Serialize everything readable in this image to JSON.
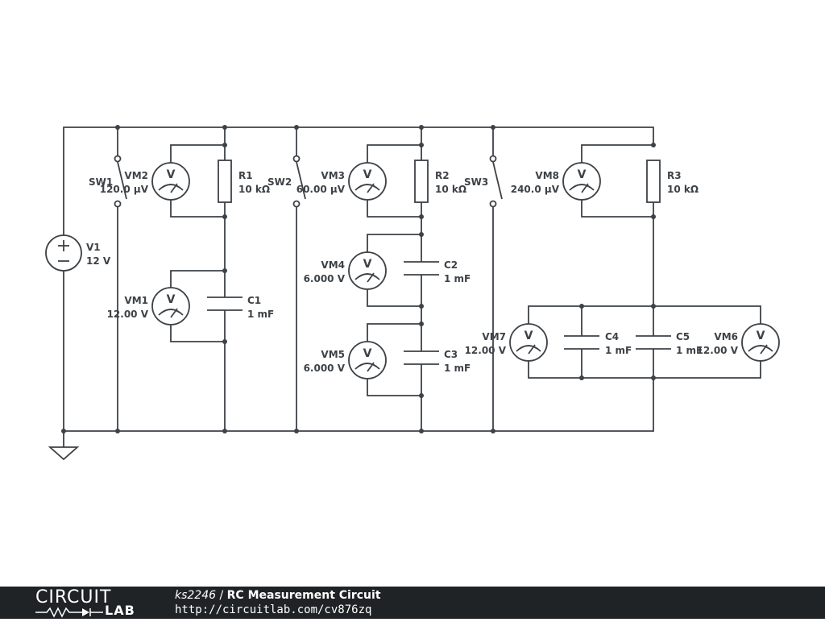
{
  "components": {
    "V1": {
      "name": "V1",
      "value": "12 V"
    },
    "SW1": {
      "name": "SW1"
    },
    "SW2": {
      "name": "SW2"
    },
    "SW3": {
      "name": "SW3"
    },
    "VM1": {
      "name": "VM1",
      "reading": "12.00 V"
    },
    "VM2": {
      "name": "VM2",
      "reading": "120.0 µV"
    },
    "VM3": {
      "name": "VM3",
      "reading": "60.00 µV"
    },
    "VM4": {
      "name": "VM4",
      "reading": "6.000 V"
    },
    "VM5": {
      "name": "VM5",
      "reading": "6.000 V"
    },
    "VM6": {
      "name": "VM6",
      "reading": "12.00 V"
    },
    "VM7": {
      "name": "VM7",
      "reading": "12.00 V"
    },
    "VM8": {
      "name": "VM8",
      "reading": "240.0 µV"
    },
    "R1": {
      "name": "R1",
      "value": "10 kΩ"
    },
    "R2": {
      "name": "R2",
      "value": "10 kΩ"
    },
    "R3": {
      "name": "R3",
      "value": "10 kΩ"
    },
    "C1": {
      "name": "C1",
      "value": "1 mF"
    },
    "C2": {
      "name": "C2",
      "value": "1 mF"
    },
    "C3": {
      "name": "C3",
      "value": "1 mF"
    },
    "C4": {
      "name": "C4",
      "value": "1 mF"
    },
    "C5": {
      "name": "C5",
      "value": "1 mF"
    }
  },
  "meter_symbol": "V",
  "footer": {
    "logo_top": "CIRCUIT",
    "logo_bottom": "LAB",
    "author": "ks2246",
    "separator": " / ",
    "title": "RC Measurement Circuit",
    "url": "http://circuitlab.com/cv876zq"
  },
  "colors": {
    "ink": "#3d4247",
    "footer_bg": "#1f2326"
  }
}
